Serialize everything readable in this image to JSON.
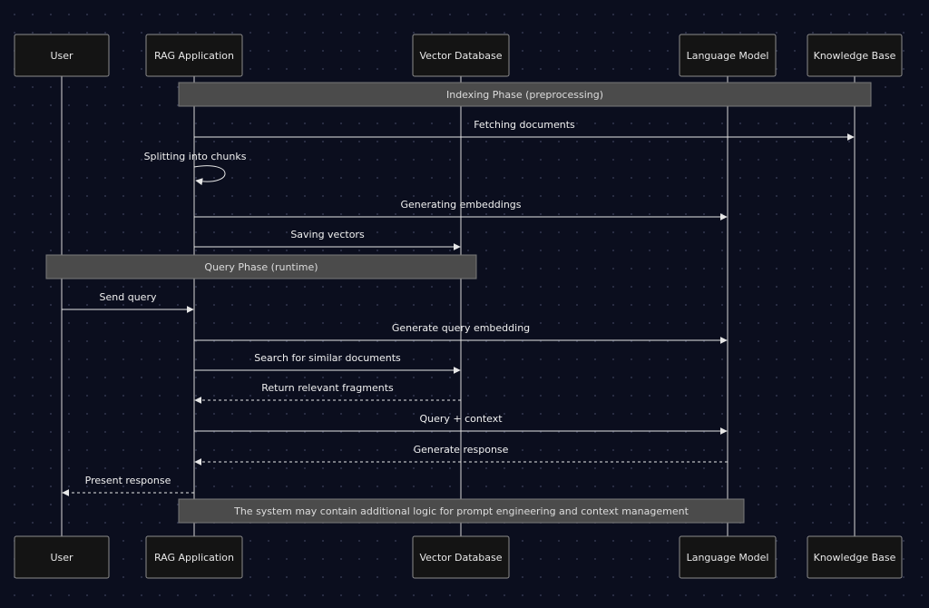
{
  "participants": [
    {
      "id": "user",
      "label": "User"
    },
    {
      "id": "rag",
      "label": "RAG Application"
    },
    {
      "id": "vdb",
      "label": "Vector Database"
    },
    {
      "id": "llm",
      "label": "Language Model"
    },
    {
      "id": "kb",
      "label": "Knowledge Base"
    }
  ],
  "notes": [
    {
      "id": "indexing",
      "text": "Indexing Phase (preprocessing)"
    },
    {
      "id": "query",
      "text": "Query Phase (runtime)"
    },
    {
      "id": "footer",
      "text": "The system may contain additional logic for prompt engineering and context management"
    }
  ],
  "messages": [
    {
      "from": "rag",
      "to": "kb",
      "label": "Fetching documents",
      "style": "solid"
    },
    {
      "from": "rag",
      "to": "rag",
      "label": "Splitting into chunks",
      "style": "solid"
    },
    {
      "from": "rag",
      "to": "llm",
      "label": "Generating embeddings",
      "style": "solid"
    },
    {
      "from": "rag",
      "to": "vdb",
      "label": "Saving vectors",
      "style": "solid"
    },
    {
      "from": "user",
      "to": "rag",
      "label": "Send query",
      "style": "solid"
    },
    {
      "from": "rag",
      "to": "llm",
      "label": "Generate query embedding",
      "style": "solid"
    },
    {
      "from": "rag",
      "to": "vdb",
      "label": "Search for similar documents",
      "style": "solid"
    },
    {
      "from": "vdb",
      "to": "rag",
      "label": "Return relevant fragments",
      "style": "dashed"
    },
    {
      "from": "rag",
      "to": "llm",
      "label": "Query + context",
      "style": "solid"
    },
    {
      "from": "llm",
      "to": "rag",
      "label": "Generate response",
      "style": "dashed"
    },
    {
      "from": "rag",
      "to": "user",
      "label": "Present response",
      "style": "dashed"
    }
  ]
}
